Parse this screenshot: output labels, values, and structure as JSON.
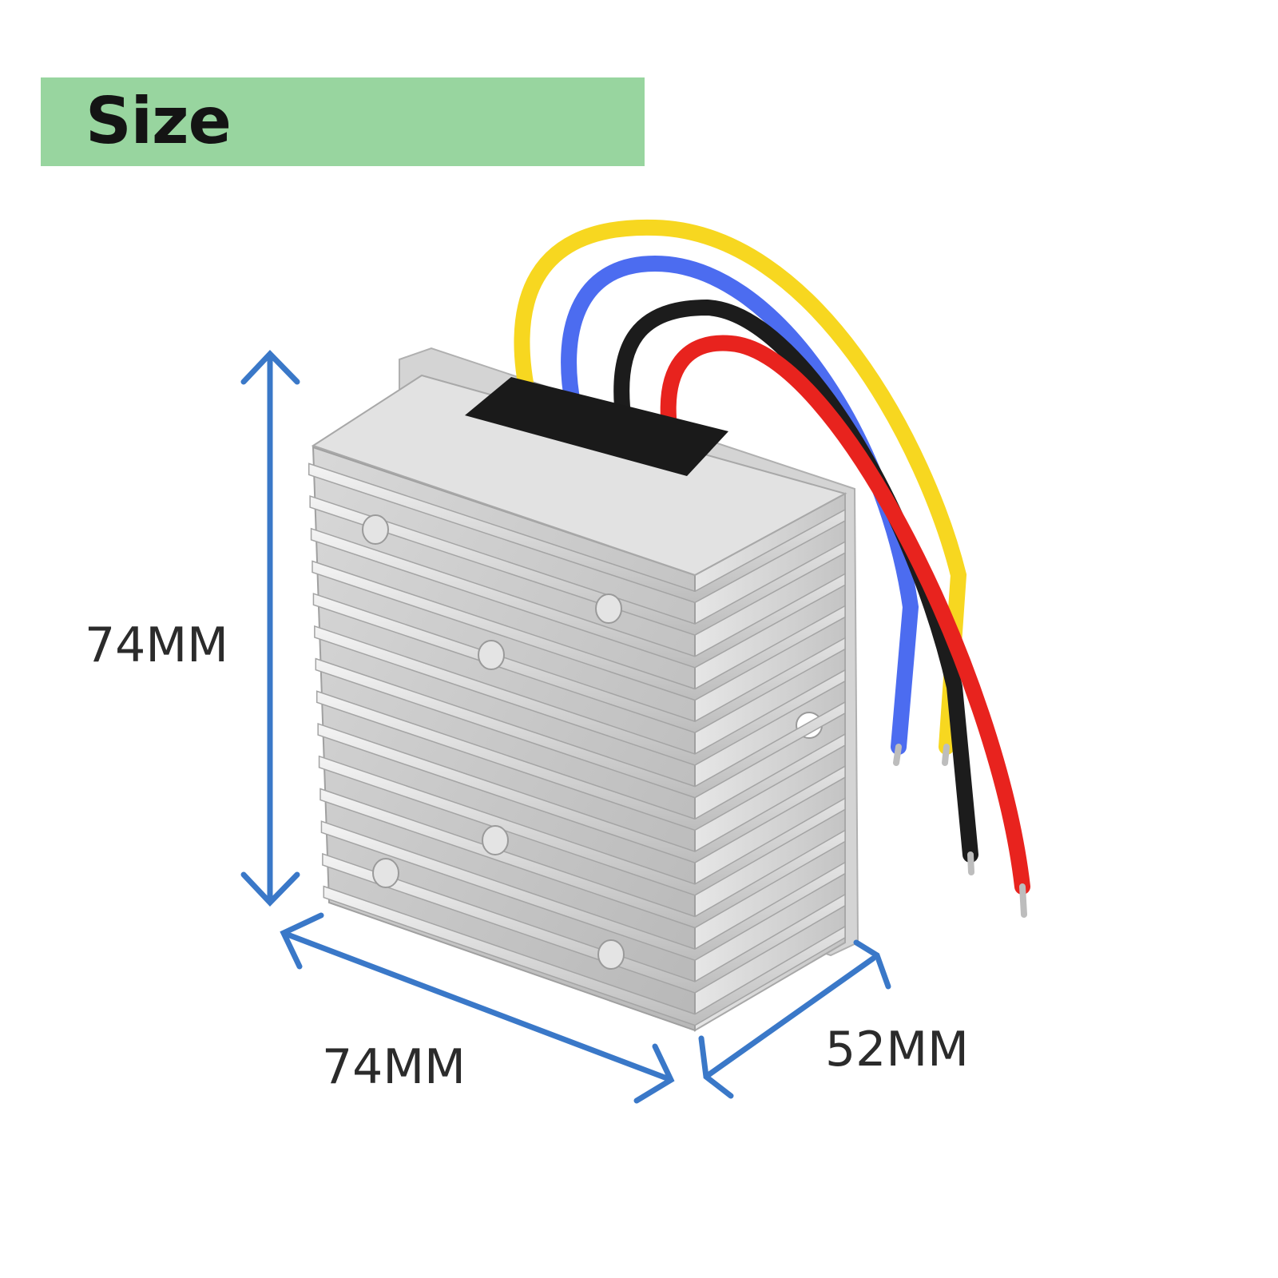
{
  "banner": {
    "title": "Size"
  },
  "dimensions": {
    "height_label": "74MM",
    "width_label": "74MM",
    "depth_label": "52MM"
  },
  "colors": {
    "banner": "#98d59f",
    "arrow": "#3a78c8",
    "housing": "#c8c8c8",
    "wire_yellow": "#f7d720",
    "wire_blue": "#4c6cf0",
    "wire_black": "#1c1c1c",
    "wire_red": "#e8231e"
  }
}
